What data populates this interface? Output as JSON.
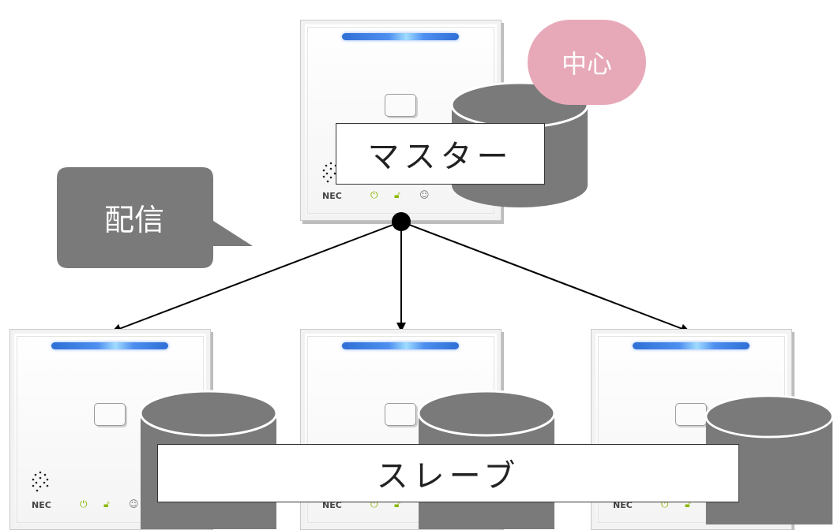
{
  "master_label": "マスター",
  "slave_label": "スレーブ",
  "center_badge": "中心",
  "distribute_callout": "配信",
  "device_brand": "NEC",
  "icons": {
    "power": "power-icon",
    "lock": "lock-icon",
    "face": "face-icon",
    "speaker": "speaker-grille-icon",
    "database": "database-cylinder-icon"
  },
  "colors": {
    "cylinder": "#7a7a7a",
    "badge": "#e7a9b8",
    "callout": "#7a7a7a",
    "led": "#4f8ff0"
  }
}
